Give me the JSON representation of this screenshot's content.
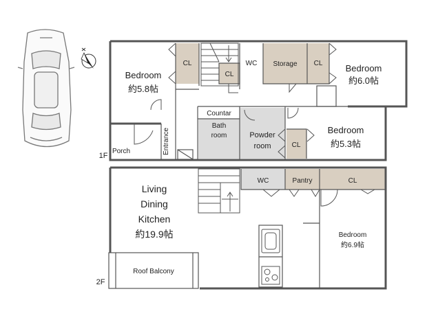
{
  "floors": {
    "first": {
      "floor_label": "1F",
      "bedroom_left": {
        "name": "Bedroom",
        "size": "約5.8帖"
      },
      "bedroom_right": {
        "name": "Bedroom",
        "size": "約6.0帖"
      },
      "bedroom_small": {
        "name": "Bedroom",
        "size": "約5.3帖"
      },
      "closet_a": "CL",
      "closet_b": "CL",
      "closet_c": "CL",
      "closet_d": "CL",
      "wc": "WC",
      "storage": "Storage",
      "countar": "Countar",
      "bath_line1": "Bath",
      "bath_line2": "room",
      "powder_line1": "Powder",
      "powder_line2": "room",
      "entrance": "Entrance",
      "porch": "Porch"
    },
    "second": {
      "floor_label": "2F",
      "ldk_line1": "Living",
      "ldk_line2": "Dining",
      "ldk_line3": "Kitchen",
      "ldk_size": "約19.9帖",
      "wc": "WC",
      "pantry": "Pantry",
      "closet": "CL",
      "bedroom": {
        "name": "Bedroom",
        "size": "約6.9帖"
      },
      "balcony": "Roof Balcony"
    }
  },
  "colors": {
    "closet_fill": "#d9cfc1",
    "wet_area_fill": "#dcdcdc",
    "wall": "#555555"
  },
  "icons": [
    "car-icon",
    "north-compass-icon",
    "stairs-icon",
    "sink-icon",
    "stove-icon"
  ]
}
